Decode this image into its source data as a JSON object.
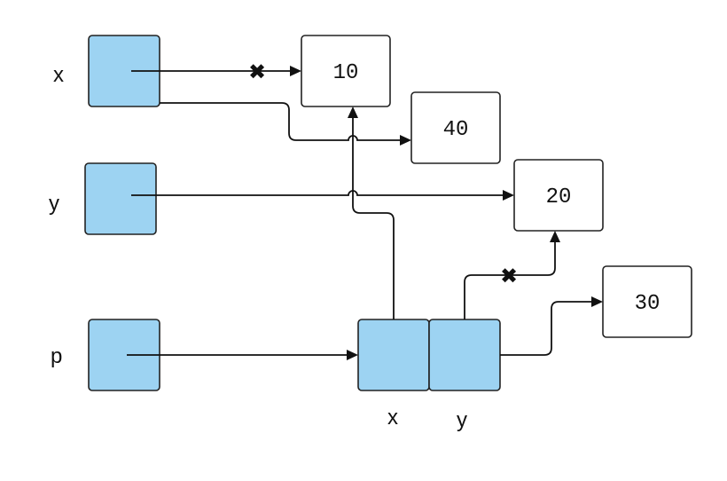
{
  "variables": {
    "x": "x",
    "y": "y",
    "p": "p"
  },
  "values": {
    "v10": "10",
    "v40": "40",
    "v20": "20",
    "v30": "30"
  },
  "struct_fields": {
    "x": "x",
    "y": "y"
  },
  "colors": {
    "pointer_fill": "#9dd3f2",
    "value_fill": "#ffffff",
    "stroke": "#222222"
  },
  "icons": {
    "removed_edge": "cross-mark-icon",
    "cross_glyph": "✖"
  }
}
